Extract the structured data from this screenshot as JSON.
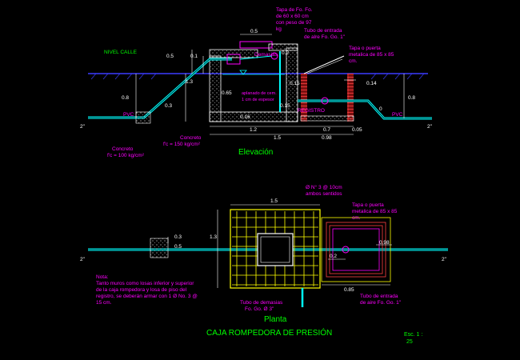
{
  "drawing": {
    "title": "CAJA ROMPEDORA DE PRESIÓN",
    "scale_line1": "Esc. 1 :",
    "scale_line2": "25",
    "elevation_title": "Elevación",
    "plan_title": "Planta"
  },
  "elevation": {
    "nivel_calle": "NIVEL CALLE",
    "tapa_fo_line1": "Tapa de Fo. Fo.",
    "tapa_fo_line2": "de 60 x 60 cm",
    "tapa_fo_line3": "con peso de 97",
    "tapa_fo_line4": "kg",
    "tubo_entrada_line1": "Tubo de entrada",
    "tubo_entrada_line2": "de alre Fo. Go. 1\"",
    "demasias": "Demasias",
    "tapa_puerta_line1": "Tapa o puerta",
    "tapa_puerta_line2": "metalica de 85 x 85",
    "tapa_puerta_line3": "cm.",
    "aplanado_line1": "aplanado de cem.",
    "aplanado_line2": "1 cm de espesor",
    "registro": "REGISTRO",
    "pvc_left": "PVC",
    "pvc_right": "PVC",
    "dia_left": "2\"",
    "dia_right": "2\"",
    "concreto_left_line1": "Concreto",
    "concreto_left_line2": "f'c = 100 kg/cm²",
    "concreto_mid_line1": "Concreto",
    "concreto_mid_line2": "f'c = 150 kg/cm²",
    "dims": {
      "d05_top": "0.5",
      "d02": "0.2",
      "d05_left": "0.5",
      "d01": "0.1",
      "d13": "1.3",
      "d065": "0.65",
      "d08_left": "0.8",
      "d03": "0.3",
      "d015_a": "0.15",
      "d015_b": "0.15",
      "d016": "0.16",
      "d014": "0.14",
      "d08_right": "0.8",
      "d0": "0",
      "d12": "1.2",
      "d07": "0.7",
      "d005": "0.05",
      "d15": "1.5",
      "d098": "0.98"
    }
  },
  "plan": {
    "varilla_line1": "Ø N° 3 @ 10cm",
    "varilla_line2": "ambos sentidos",
    "tapa_puerta_line1": "Tapa o puerta",
    "tapa_puerta_line2": "metalica de 85 x 85",
    "tapa_puerta_line3": "cm.",
    "nota_line1": "Nota:",
    "nota_line2": "Tanto muros como losas inferior y superior",
    "nota_line3": "de la caja rompedora y losa de piso del",
    "nota_line4": "registro, se deberán armar con 1 Ø No. 3 @",
    "nota_line5": "15 cm.",
    "tubo_demasias_line1": "Tubo de demasias",
    "tubo_demasias_line2": "Fo. Go. Ø 3\"",
    "tubo_entrada_line1": "Tubo de entrada",
    "tubo_entrada_line2": "de aire Fo. Go. 1\"",
    "dia_left": "2\"",
    "dia_right": "2\"",
    "dims": {
      "d15": "1.5",
      "d13": "1.3",
      "d03": "0.3",
      "d05": "0.5",
      "d098": "0.98",
      "d02": "0.2",
      "d085": "0.85"
    }
  },
  "colors": {
    "background": "#000000",
    "ground": "#3c3cff",
    "pipe": "#00ffff",
    "dims": "#ffffff",
    "labels": "#ff00ff",
    "title": "#00ff00",
    "rebar": "#ffff00",
    "brick": "#ff4040"
  }
}
